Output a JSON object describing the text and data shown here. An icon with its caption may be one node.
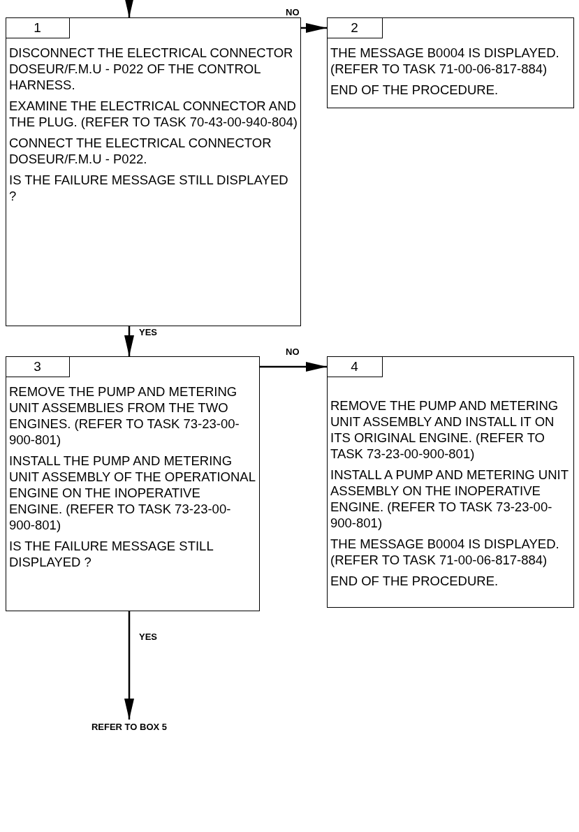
{
  "diagram": {
    "nodes": [
      {
        "text": [
          "1",
          "DISCONNECT THE ELECTRICAL CONNECTOR DOSEUR/F.M.U - P022 OF THE CONTROL HARNESS.",
          "EXAMINE THE ELECTRICAL CONNECTOR AND THE PLUG. (REFER TO TASK 70-43-00-940-804)",
          "CONNECT THE ELECTRICAL CONNECTOR DOSEUR/F.M.U - P022.",
          "IS THE FAILURE MESSAGE STILL DISPLAYED ?"
        ]
      },
      {
        "text": [
          "2",
          "THE MESSAGE B0004 IS DISPLAYED. (REFER TO TASK 71-00-06-817-884)",
          "END OF THE PROCEDURE."
        ]
      },
      {
        "text": [
          "3",
          "REMOVE THE PUMP AND METERING UNIT ASSEMBLIES FROM THE TWO ENGINES. (REFER TO TASK 73-23-00-900-801)",
          "INSTALL THE PUMP AND METERING UNIT ASSEMBLY OF THE OPERATIONAL ENGINE ON THE INOPERATIVE ENGINE. (REFER TO TASK 73-23-00-900-801)",
          "IS THE FAILURE MESSAGE STILL DISPLAYED ?"
        ]
      },
      {
        "text": [
          "4",
          "REMOVE THE PUMP AND METERING UNIT ASSEMBLY AND INSTALL IT ON ITS ORIGINAL ENGINE. (REFER TO TASK 73-23-00-900-801)",
          "INSTALL A PUMP AND METERING UNIT ASSEMBLY ON THE INOPERATIVE ENGINE. (REFER TO TASK 73-23-00-900-801)",
          "THE MESSAGE B0004 IS DISPLAYED. (REFER TO TASK 71-00-06-817-884)",
          "END OF THE PROCEDURE."
        ]
      },
      {
        "text": [
          "REFER TO BOX 5"
        ]
      }
    ],
    "edges": [
      {
        "from": null,
        "to": 0,
        "arrow": "to"
      },
      {
        "from": 0,
        "to": 1,
        "arrow": "to",
        "label": "NO"
      },
      {
        "from": 0,
        "to": 2,
        "arrow": "to",
        "label": "YES"
      },
      {
        "from": 2,
        "to": 3,
        "arrow": "to",
        "label": "NO"
      },
      {
        "from": 2,
        "to": 4,
        "arrow": "to",
        "label": "YES"
      }
    ]
  }
}
